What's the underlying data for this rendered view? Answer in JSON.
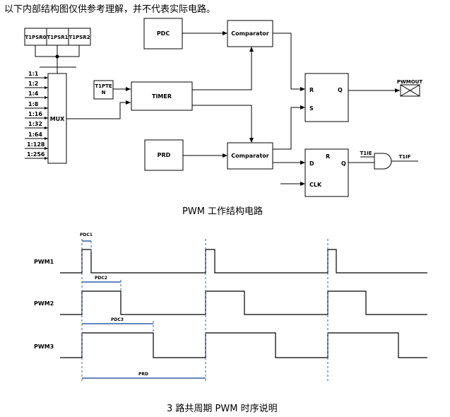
{
  "intro_text": "以下内部结构图仅供参考理解，并不代表实际电路。",
  "block_diagram": {
    "caption": "PWM 工作结构电路",
    "prescaler_select": [
      "T1PSR0",
      "T1PSR1",
      "T1PSR2"
    ],
    "mux_inputs": [
      "1:1",
      "1:2",
      "1:4",
      "1:8",
      "1:16",
      "1:32",
      "1:64",
      "1:128",
      "1:256"
    ],
    "mux_label": "MUX",
    "t1pten_label": "T1PTE\nN",
    "timer_label": "TIMER",
    "pdc_label": "PDC",
    "prd_label": "PRD",
    "comparator_label": "Comparator",
    "rs_latch": {
      "r": "R",
      "s": "S",
      "q": "Q"
    },
    "d_flipflop": {
      "d": "D",
      "r": "R",
      "q": "Q",
      "clk": "CLK"
    },
    "pwmout_label": "PWMOUT",
    "t1ie_label": "T1IE",
    "t1if_label": "T1IF"
  },
  "timing_diagram": {
    "caption": "3 路共周期 PWM 时序说明",
    "signals": [
      "PWM1",
      "PWM2",
      "PWM3"
    ],
    "annotations": {
      "pdc1": "PDC1",
      "pdc2": "PDC2",
      "pdc3": "PDC3",
      "prd": "PRD"
    }
  }
}
